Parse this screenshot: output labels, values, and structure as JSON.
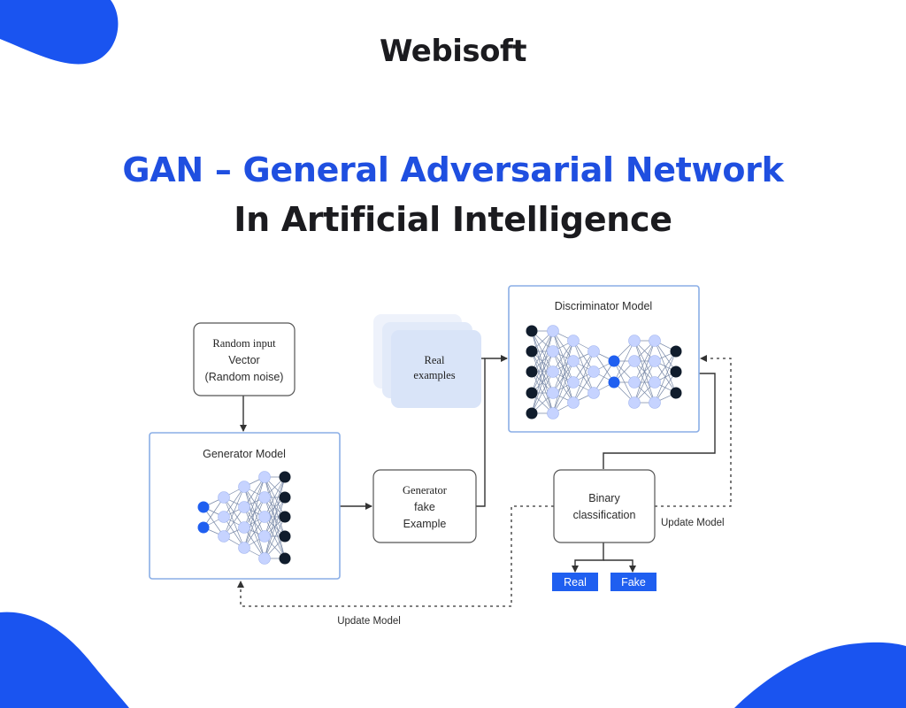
{
  "brand": "Webisoft",
  "heading": {
    "line1": "GAN – General Adversarial Network",
    "line2": "In Artificial Intelligence"
  },
  "diagram": {
    "random_input": [
      "Random input",
      "Vector",
      "(Random noise)"
    ],
    "generator_model": "Generator Model",
    "generator_fake": [
      "Generator",
      "fake",
      "Example"
    ],
    "real_examples": [
      "Real",
      "examples"
    ],
    "discriminator_model": "Discriminator Model",
    "binary_classification": [
      "Binary",
      "classification"
    ],
    "outputs": [
      "Real",
      "Fake"
    ],
    "update_model_right": "Update Model",
    "update_model_bottom": "Update Model"
  },
  "colors": {
    "accent_blue": "#1f4fe0",
    "node_dark": "#101c2c",
    "node_light": "#c6d3ff",
    "node_blue": "#1f5ff0",
    "box_border": "#8aaee6"
  }
}
